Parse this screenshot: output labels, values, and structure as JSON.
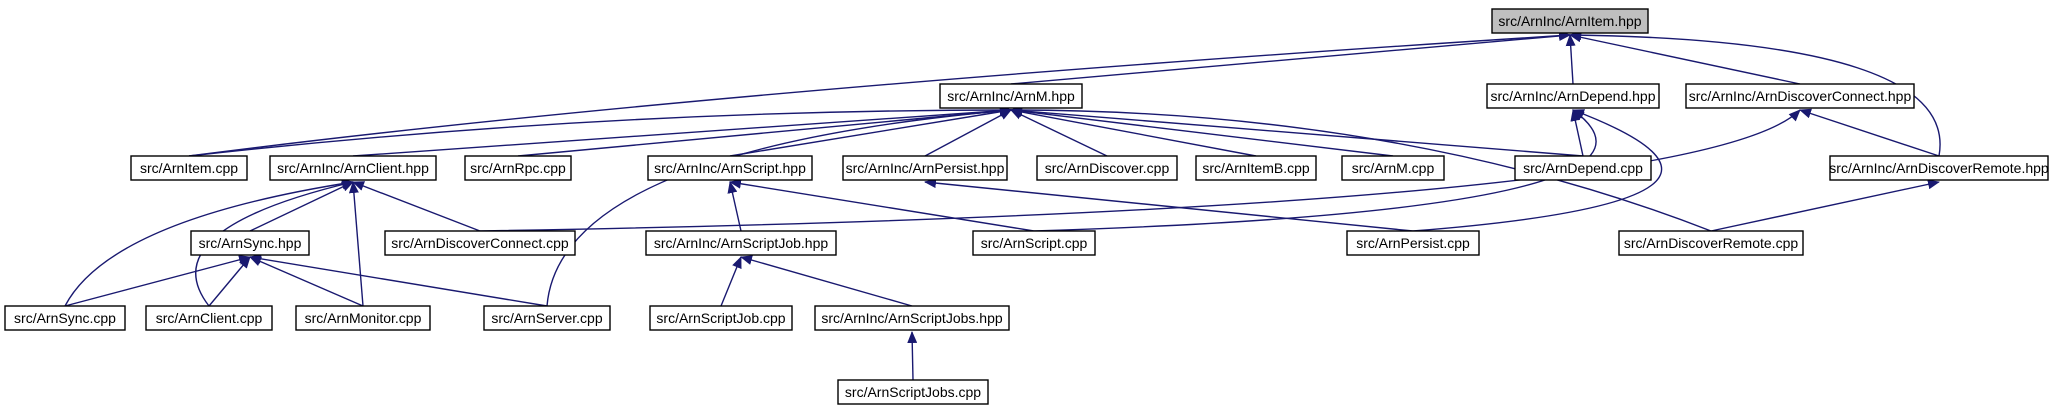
{
  "colors": {
    "edge": "#191970",
    "node_fill": "#ffffff",
    "root_fill": "#bfbfbf",
    "node_stroke": "#000000"
  },
  "nodes": {
    "armitem_hpp": "src/ArnInc/ArnItem.hpp",
    "arnm_hpp": "src/ArnInc/ArnM.hpp",
    "depend_hpp": "src/ArnInc/ArnDepend.hpp",
    "discconn_hpp": "src/ArnInc/ArnDiscoverConnect.hpp",
    "arnitem_cpp": "src/ArnItem.cpp",
    "client_hpp": "src/ArnInc/ArnClient.hpp",
    "rpc_cpp": "src/ArnRpc.cpp",
    "script_hpp": "src/ArnInc/ArnScript.hpp",
    "persist_hpp": "src/ArnInc/ArnPersist.hpp",
    "discover_cpp": "src/ArnDiscover.cpp",
    "itemb_cpp": "src/ArnItemB.cpp",
    "arnm_cpp": "src/ArnM.cpp",
    "depend_cpp": "src/ArnDepend.cpp",
    "discremote_hpp": "src/ArnInc/ArnDiscoverRemote.hpp",
    "sync_hpp": "src/ArnSync.hpp",
    "discconn_cpp": "src/ArnDiscoverConnect.cpp",
    "scriptjob_hpp": "src/ArnInc/ArnScriptJob.hpp",
    "script_cpp": "src/ArnScript.cpp",
    "persist_cpp": "src/ArnPersist.cpp",
    "discremote_cpp": "src/ArnDiscoverRemote.cpp",
    "sync_cpp": "src/ArnSync.cpp",
    "client_cpp": "src/ArnClient.cpp",
    "monitor_cpp": "src/ArnMonitor.cpp",
    "server_cpp": "src/ArnServer.cpp",
    "scriptjob_cpp": "src/ArnScriptJob.cpp",
    "scriptjobs_hpp": "src/ArnInc/ArnScriptJobs.hpp",
    "scriptjobs_cpp": "src/ArnScriptJobs.cpp"
  }
}
